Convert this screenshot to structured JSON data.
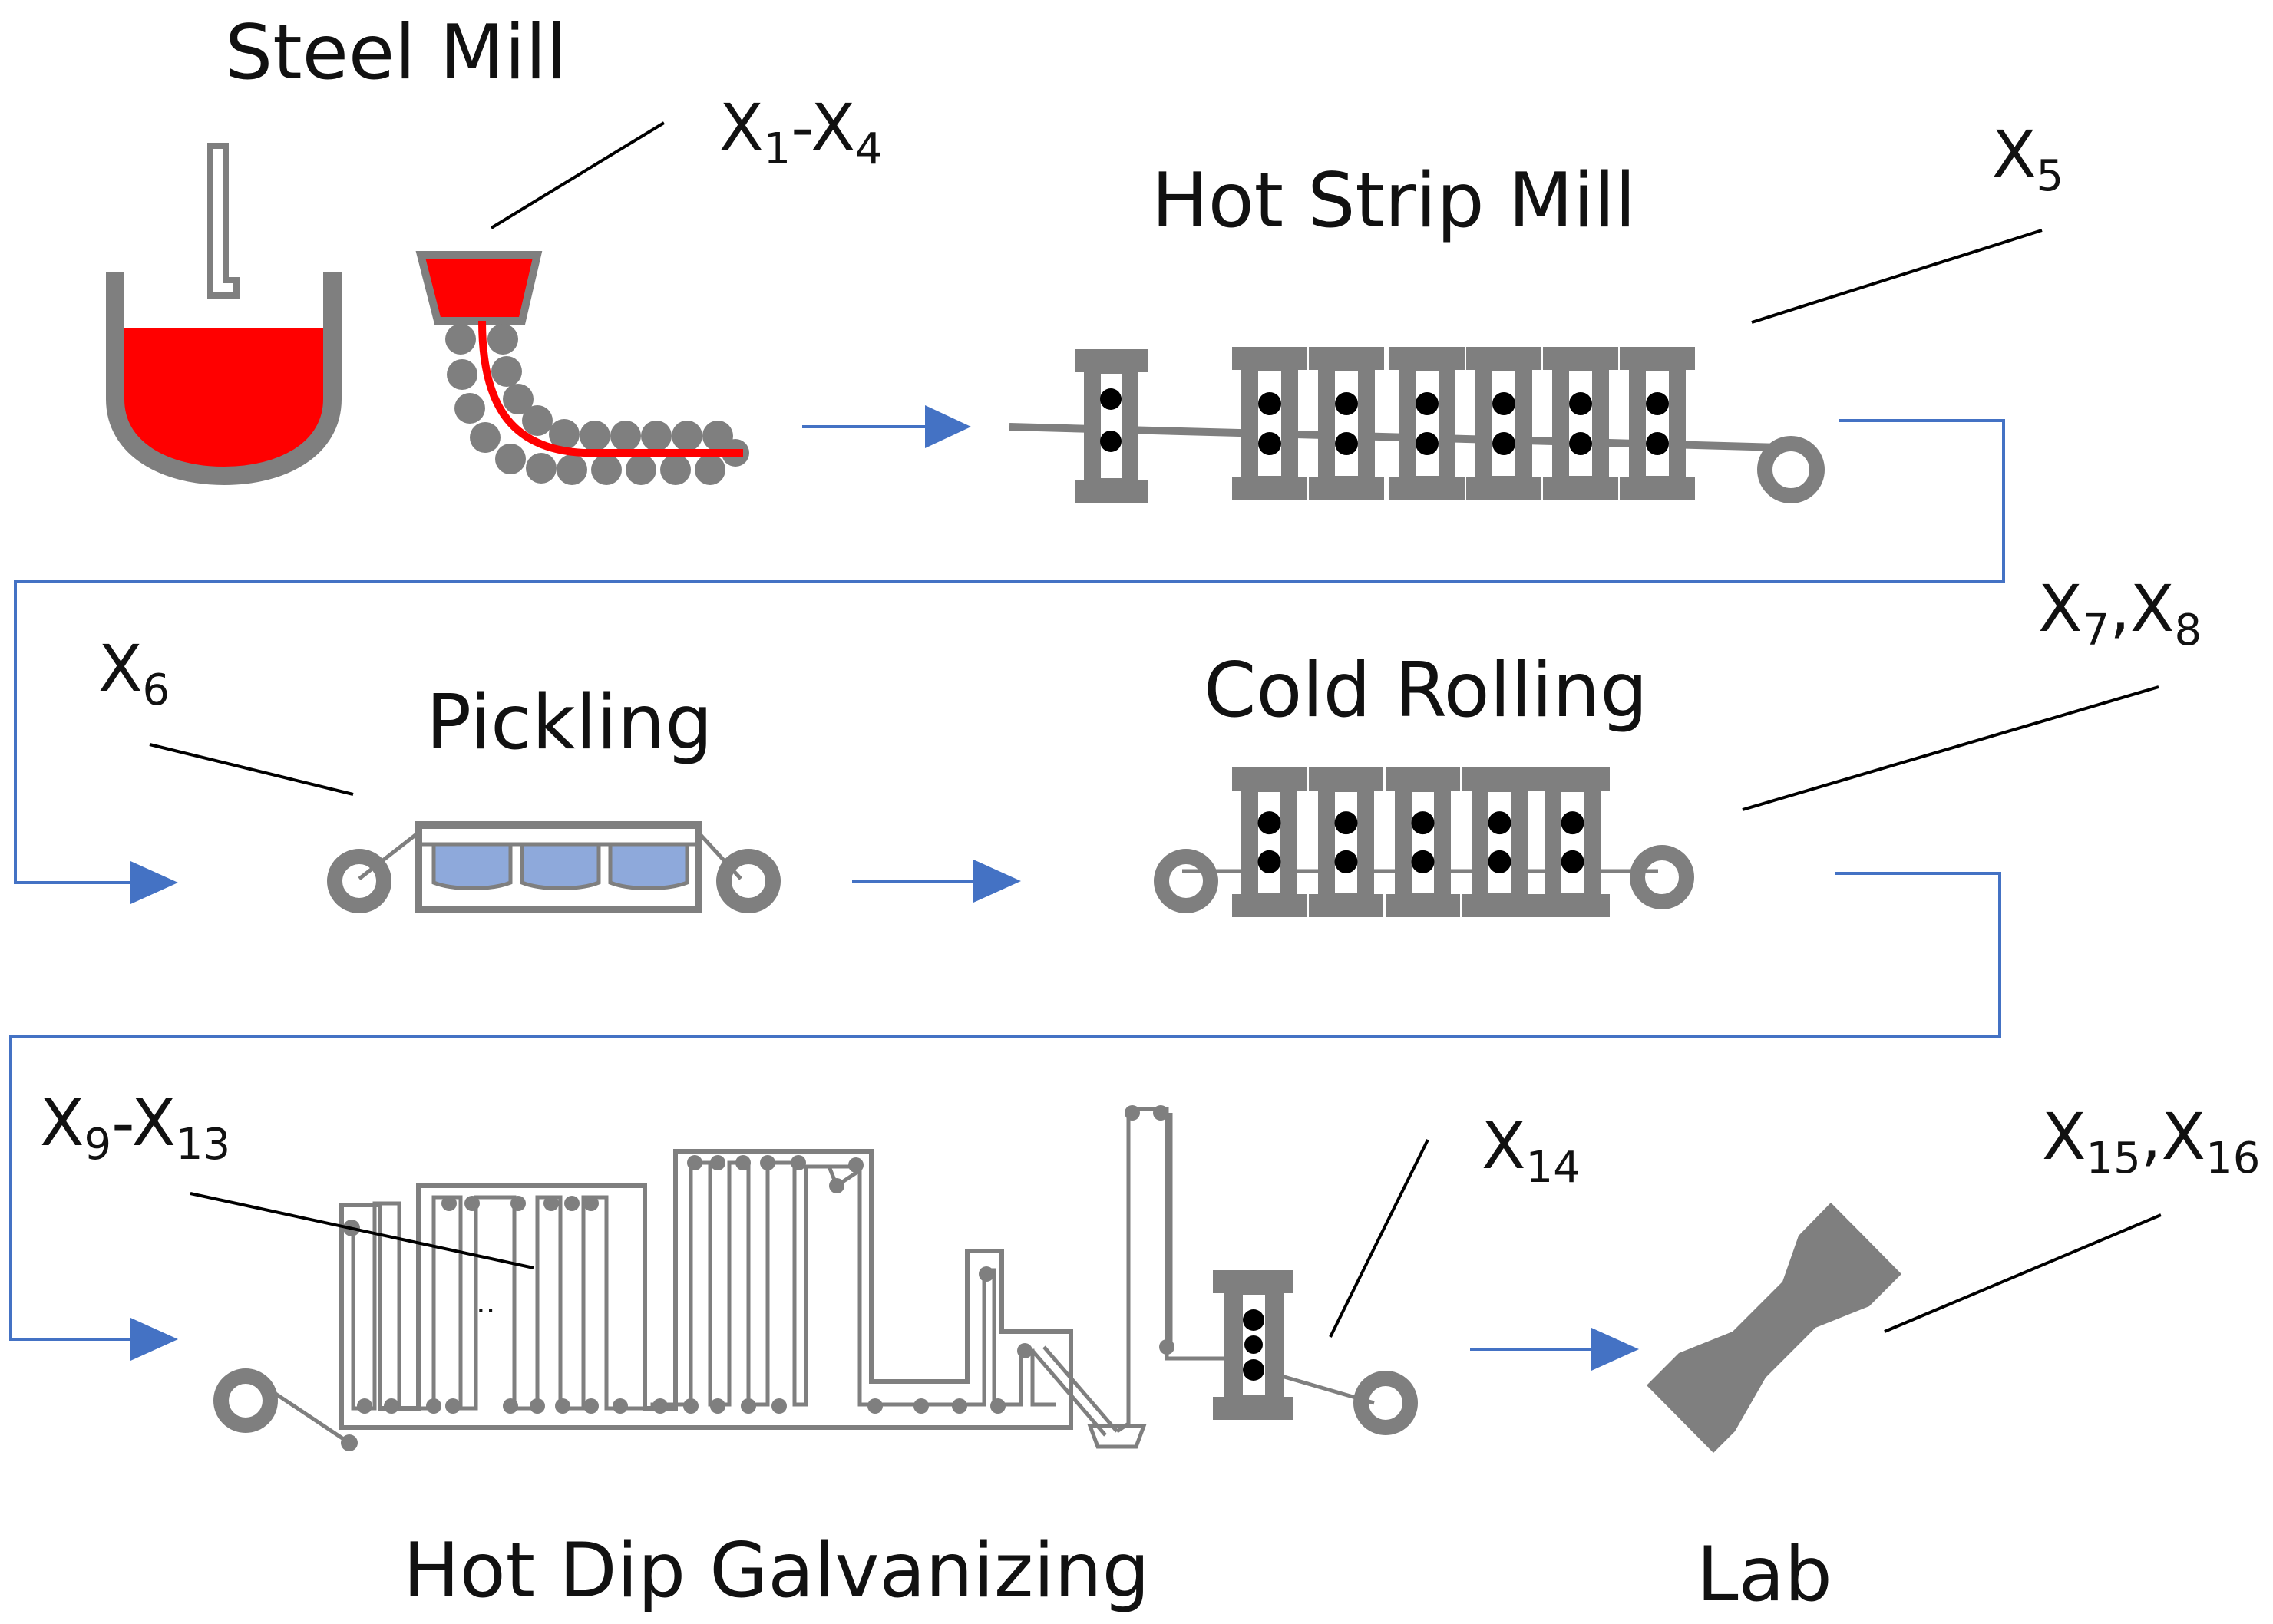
{
  "stages": {
    "steel_mill": "Steel Mill",
    "hot_strip_mill": "Hot Strip Mill",
    "pickling": "Pickling",
    "cold_rolling": "Cold Rolling",
    "hot_dip_galvanizing": "Hot Dip Galvanizing",
    "lab": "Lab"
  },
  "variables": {
    "steel_mill": {
      "a": "X",
      "a_sub": "1",
      "sep": "-",
      "b": "X",
      "b_sub": "4"
    },
    "hot_strip_mill": {
      "a": "X",
      "a_sub": "5"
    },
    "pickling": {
      "a": "X",
      "a_sub": "6"
    },
    "cold_rolling": {
      "a": "X",
      "a_sub": "7",
      "sep": ",",
      "b": "X",
      "b_sub": "8"
    },
    "galvanizing": {
      "a": "X",
      "a_sub": "9",
      "sep": "-",
      "b": "X",
      "b_sub": "13"
    },
    "skin_pass": {
      "a": "X",
      "a_sub": "14"
    },
    "lab": {
      "a": "X",
      "a_sub": "15",
      "sep": ",",
      "b": "X",
      "b_sub": "16"
    }
  },
  "galvanizing_ellipsis": "..",
  "colors": {
    "flow": "#4472C4",
    "equipment": "#7F7F7F",
    "molten_steel": "#FF0000",
    "pickling_bath": "#8EA9DB",
    "roll": "#000000",
    "leader": "#000000"
  }
}
